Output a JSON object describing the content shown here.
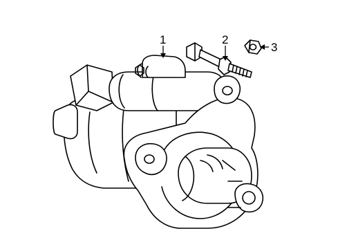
{
  "callouts": [
    {
      "id": "1",
      "label": "1"
    },
    {
      "id": "2",
      "label": "2"
    },
    {
      "id": "3",
      "label": "3"
    }
  ],
  "parts": {
    "starter_motor": "starter-motor",
    "mounting_bolt": "mounting-bolt",
    "nut": "nut"
  },
  "colors": {
    "line": "#000000",
    "background": "#ffffff"
  }
}
